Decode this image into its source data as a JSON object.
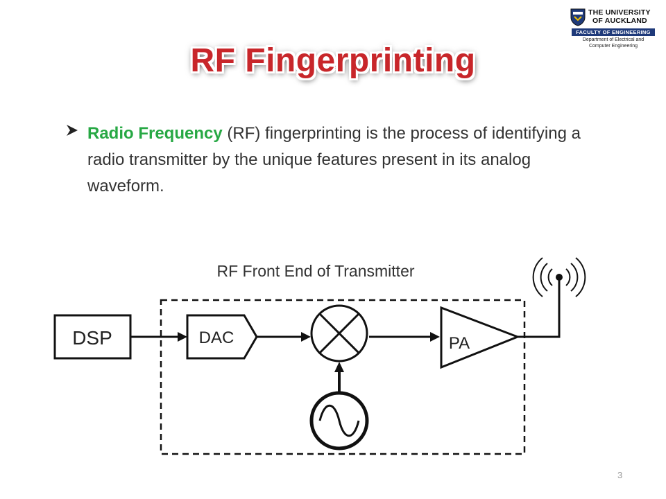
{
  "logo": {
    "university_line1": "THE UNIVERSITY",
    "university_line2": "OF AUCKLAND",
    "faculty": "FACULTY OF ENGINEERING",
    "dept_line1": "Department of Electrical and",
    "dept_line2": "Computer Engineering"
  },
  "title": "RF Fingerprinting",
  "bullet": {
    "highlight": "Radio Frequency",
    "text": " (RF) fingerprinting is the process of identifying a radio transmitter by the unique features present in its analog waveform."
  },
  "diagram": {
    "caption": "RF Front End of Transmitter",
    "dsp_label": "DSP",
    "dac_label": "DAC",
    "pa_label": "PA"
  },
  "page_number": "3",
  "colors": {
    "title": "#c8262a",
    "highlight": "#27a844",
    "faculty_bar": "#1f3a7a"
  }
}
